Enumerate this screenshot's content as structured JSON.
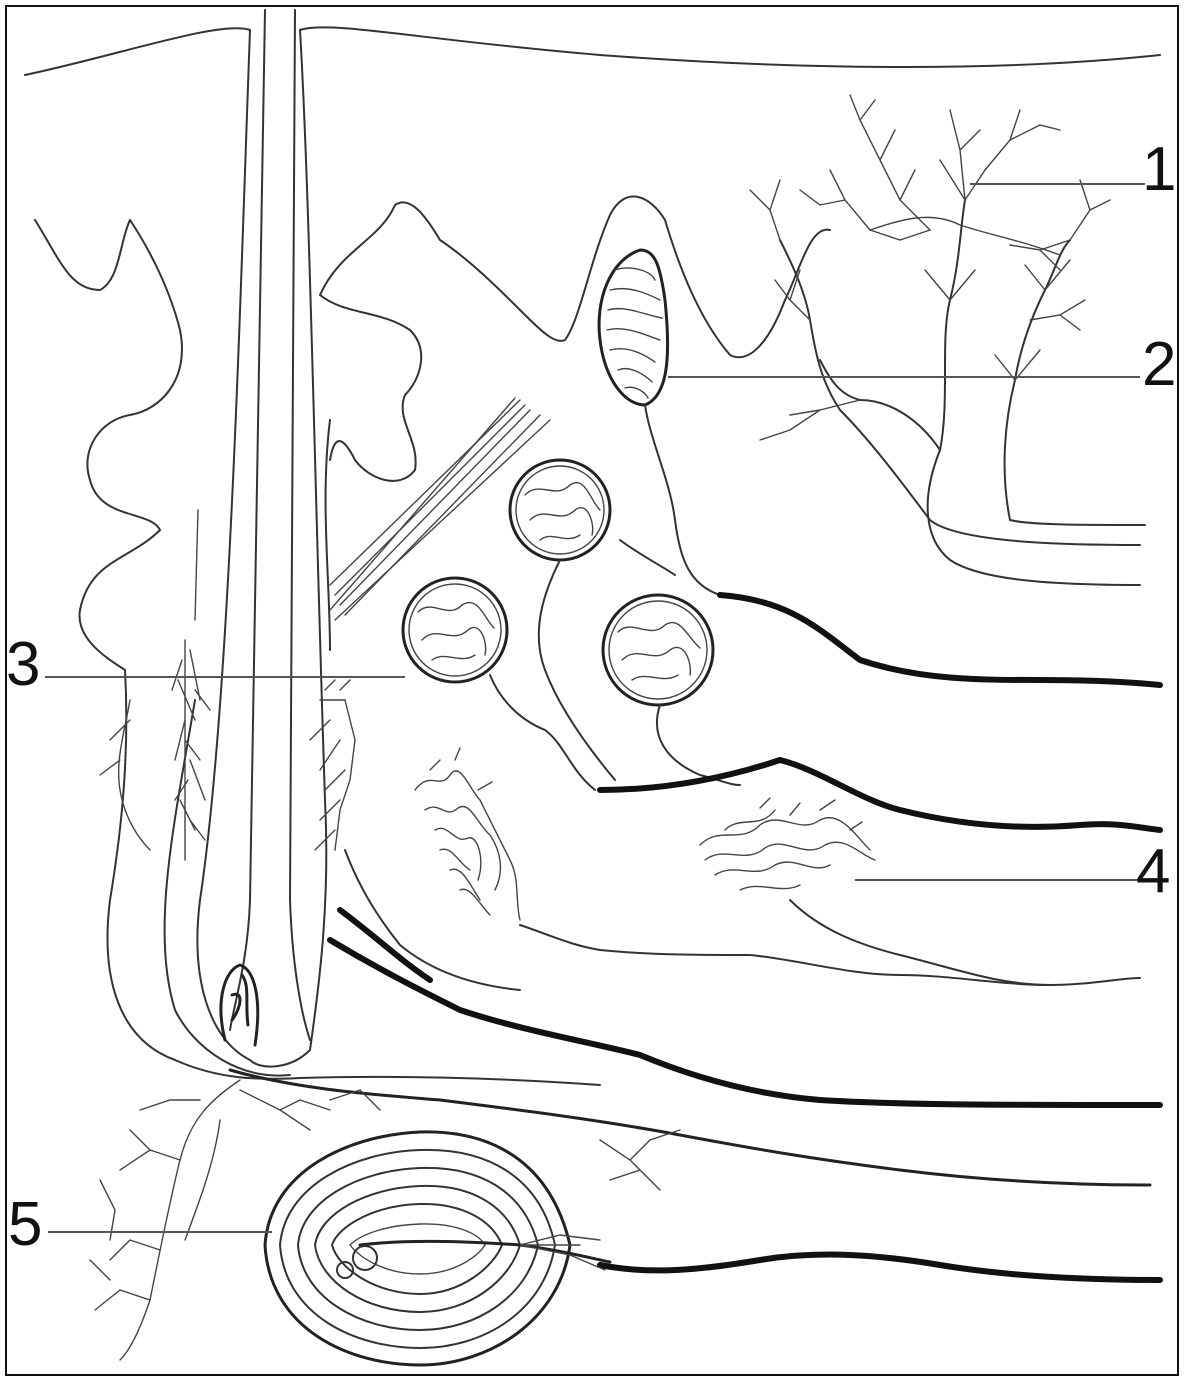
{
  "labels": [
    {
      "number": "1",
      "receptor": "free-nerve-endings"
    },
    {
      "number": "2",
      "receptor": "meissner-corpuscle"
    },
    {
      "number": "3",
      "receptor": "krause-end-bulb"
    },
    {
      "number": "4",
      "receptor": "ruffini-ending"
    },
    {
      "number": "5",
      "receptor": "pacinian-corpuscle"
    }
  ],
  "colors": {
    "ink": "#111111",
    "background": "#ffffff"
  }
}
